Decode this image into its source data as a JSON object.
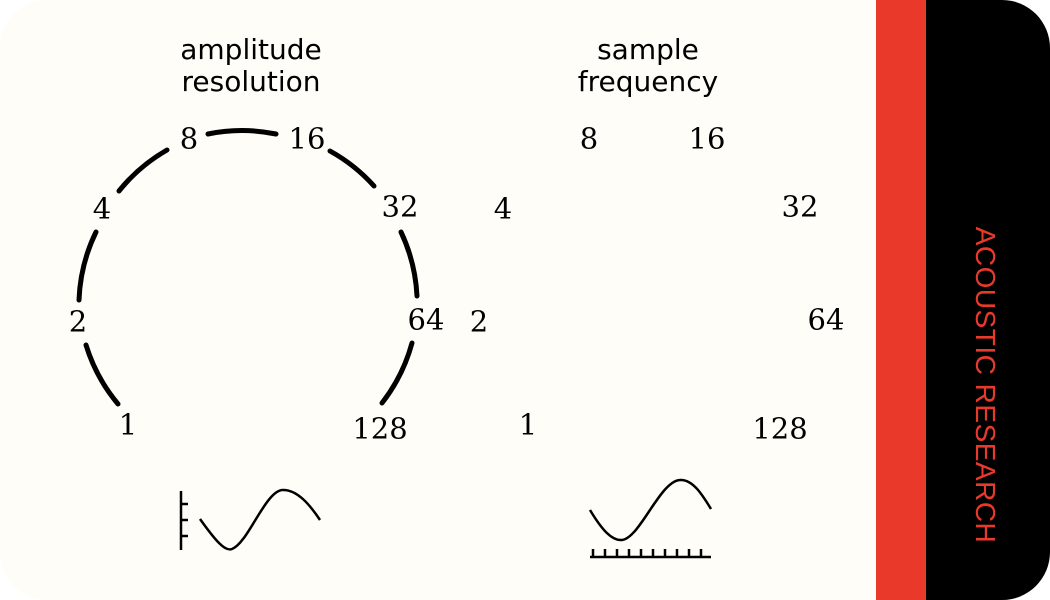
{
  "brand": {
    "text": "ACOUSTIC RESEARCH",
    "color": "#e8392a"
  },
  "colors": {
    "panel": "#fefdf7",
    "stripe": "#e8392a",
    "band": "#000000",
    "ink": "#000000"
  },
  "knobs": [
    {
      "title_line1": "amplitude",
      "title_line2": "resolution",
      "labels": [
        "1",
        "2",
        "4",
        "8",
        "16",
        "32",
        "64",
        "128"
      ],
      "scale_arc": "shown",
      "icon": "amplitude-waveform-icon"
    },
    {
      "title_line1": "sample",
      "title_line2": "frequency",
      "labels": [
        "1",
        "2",
        "4",
        "8",
        "16",
        "32",
        "64",
        "128"
      ],
      "scale_arc": "hidden",
      "icon": "sample-waveform-icon"
    }
  ]
}
